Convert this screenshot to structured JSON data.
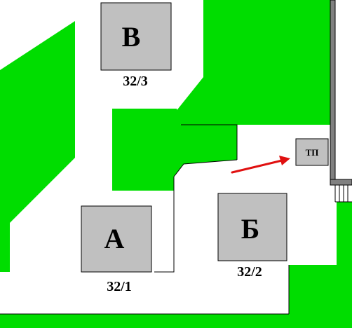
{
  "colors": {
    "green": "#00dd00",
    "building_fill": "#c0c0c0",
    "outline": "#000000",
    "wall": "#808080",
    "arrow": "#e01010",
    "background": "#ffffff"
  },
  "buildings": {
    "v": {
      "letter": "В",
      "number": "32/3"
    },
    "a": {
      "letter": "А",
      "number": "32/1"
    },
    "b": {
      "letter": "Б",
      "number": "32/2"
    }
  },
  "substation": {
    "label": "ТП"
  },
  "arrow": {
    "icon": "red-arrow-icon"
  }
}
